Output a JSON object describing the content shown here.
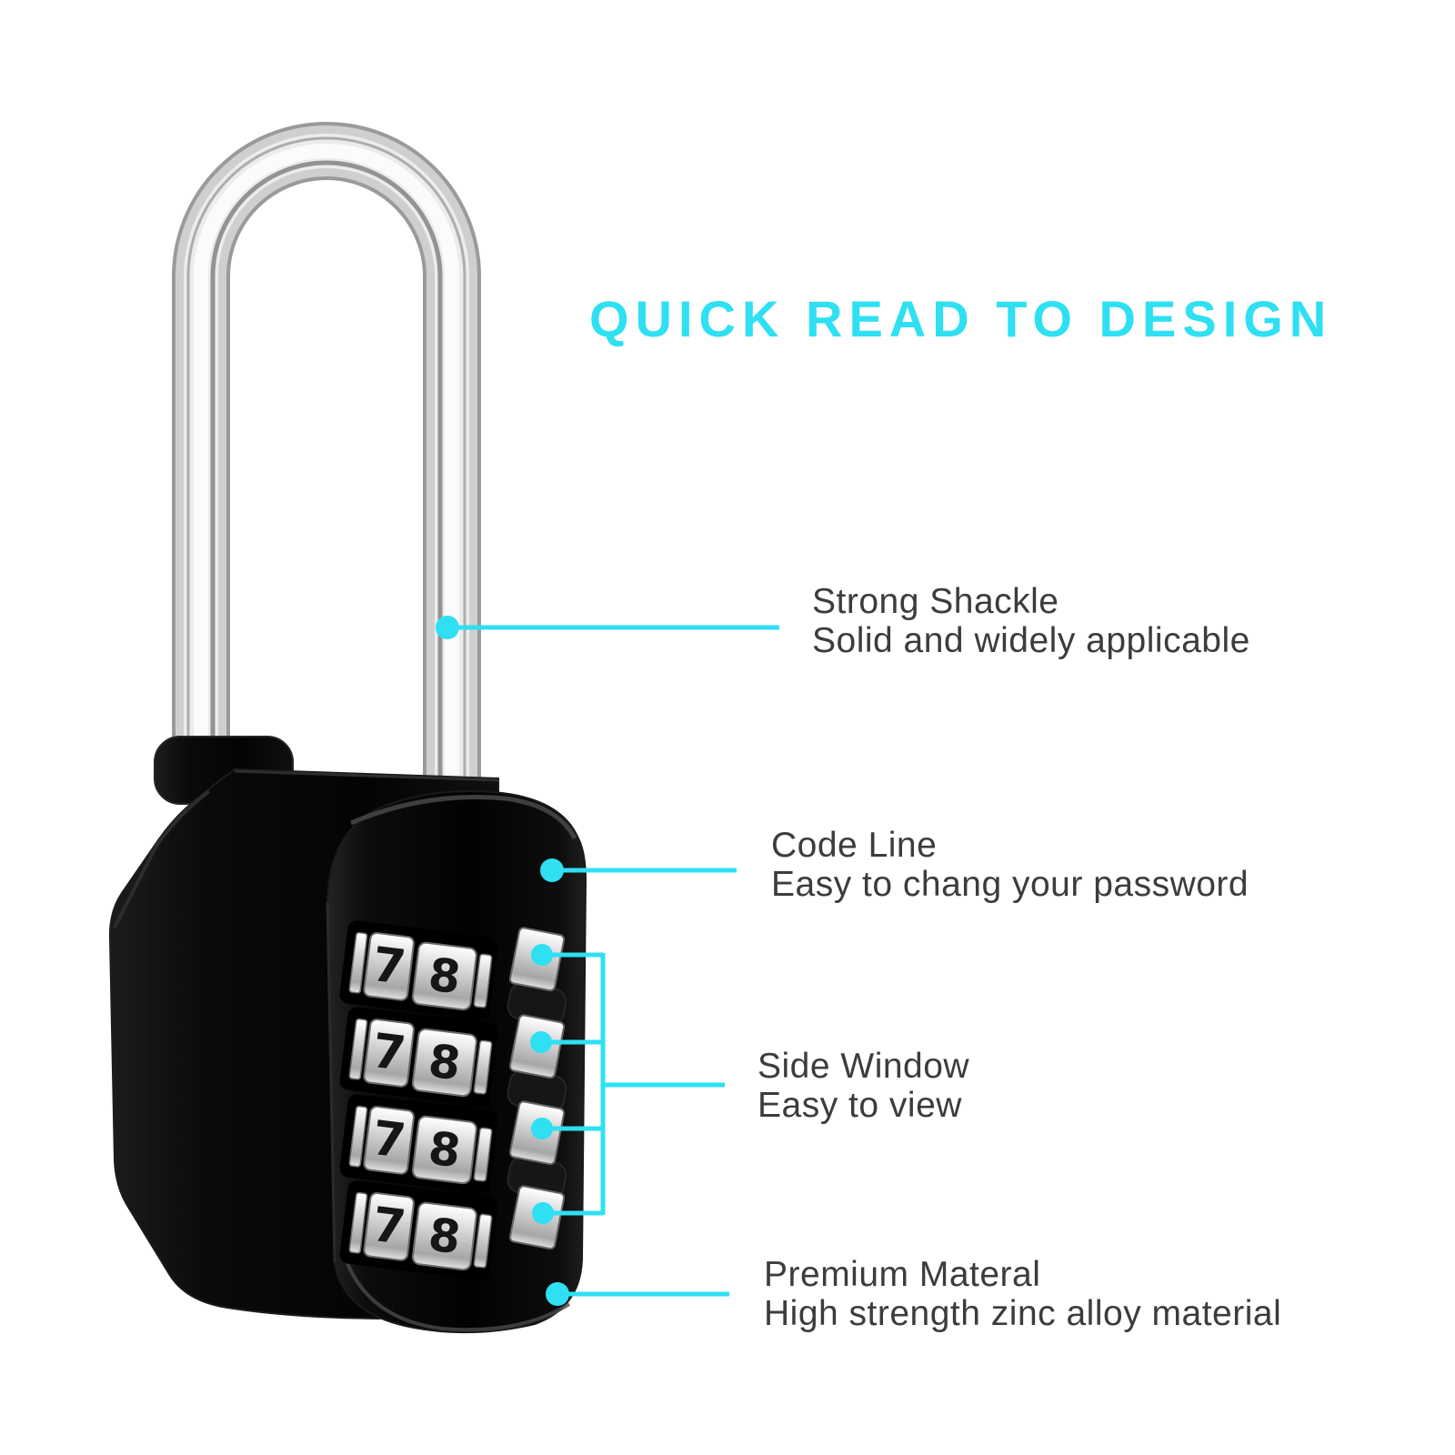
{
  "colors": {
    "accent": "#2ee0f2",
    "text-dark": "#3c3c3c",
    "canvas-bg": "#ffffff"
  },
  "title": {
    "text": "QUICK READ TO DESIGN"
  },
  "callouts": [
    {
      "id": "strong-shackle",
      "heading": "Strong Shackle",
      "description": "Solid and widely applicable"
    },
    {
      "id": "code-line",
      "heading": "Code Line",
      "description": "Easy to chang your password"
    },
    {
      "id": "side-window",
      "heading": "Side Window",
      "description": "Easy to view"
    },
    {
      "id": "premium-material",
      "heading": "Premium Materal",
      "description": "High strength zinc alloy material"
    }
  ],
  "lock": {
    "description": "black 4-dial combination padlock with chrome shackle",
    "body_color": "#0a0a0a",
    "shackle_color": "#d6d6d6",
    "dial_rows": [
      {
        "left_digit": "7",
        "right_digit": "8"
      },
      {
        "left_digit": "7",
        "right_digit": "8"
      },
      {
        "left_digit": "7",
        "right_digit": "8"
      },
      {
        "left_digit": "7",
        "right_digit": "8"
      }
    ]
  }
}
